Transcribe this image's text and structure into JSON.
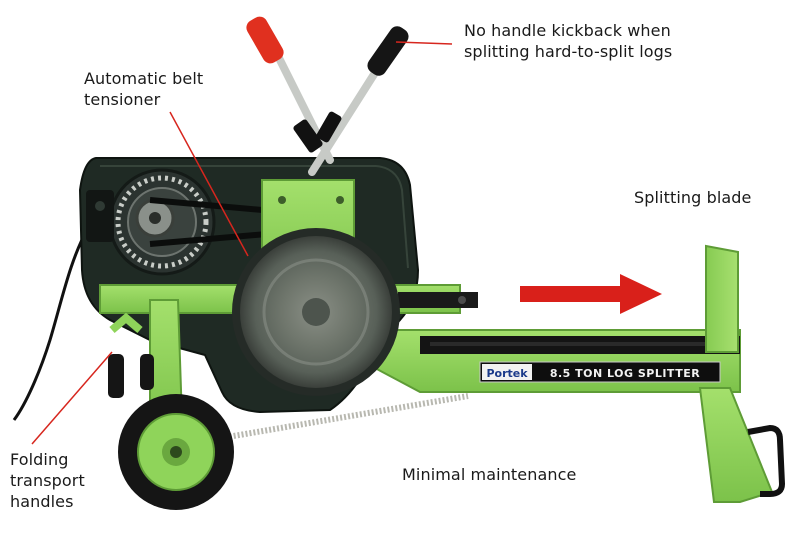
{
  "callouts": {
    "kickback": {
      "lines": [
        "No handle kickback when",
        "splitting hard-to-split logs"
      ]
    },
    "tensioner": {
      "lines": [
        "Automatic belt",
        "tensioner"
      ]
    },
    "blade": {
      "lines": [
        "Splitting blade"
      ]
    },
    "transport": {
      "lines": [
        "Folding",
        "transport",
        "handles"
      ]
    },
    "maintenance": {
      "lines": [
        "Minimal maintenance"
      ]
    }
  },
  "machine": {
    "brand": "Portek",
    "model_label": "8.5 TON LOG SPLITTER"
  },
  "colors": {
    "frame_green": "#8fd45a",
    "frame_green_dark": "#5e9c36",
    "housing": "#1f2a24",
    "callout_line": "#d7261e",
    "arrow": "#d9201a",
    "handle_red": "#e0301f",
    "tire": "#151515"
  },
  "icons": [
    "motor-icon",
    "flywheel-icon",
    "direction-arrow-icon",
    "wheel-icon"
  ]
}
